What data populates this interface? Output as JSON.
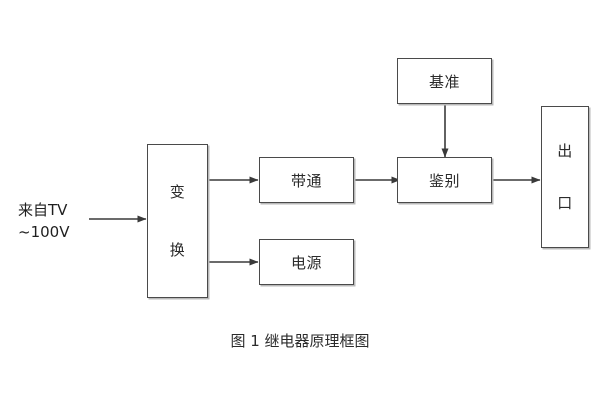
{
  "figure": {
    "caption": "图 1  继电器原理框图",
    "input_label": {
      "line1": "来自TV",
      "line2": "~100V"
    },
    "colors": {
      "box_border": "#4a4a4a",
      "box_shadow": "#b9b9b9",
      "wire": "#3a3a3a",
      "text": "#2b2b2b",
      "background": "#ffffff"
    },
    "blocks": [
      {
        "id": "transform",
        "label": "变换",
        "glyphs": [
          "变",
          "换"
        ],
        "orientation": "vertical"
      },
      {
        "id": "bandpass",
        "label": "带通",
        "glyphs": [
          "带通"
        ],
        "orientation": "horizontal"
      },
      {
        "id": "power",
        "label": "电源",
        "glyphs": [
          "电源"
        ],
        "orientation": "horizontal"
      },
      {
        "id": "reference",
        "label": "基准",
        "glyphs": [
          "基准"
        ],
        "orientation": "horizontal"
      },
      {
        "id": "discriminator",
        "label": "鉴别",
        "glyphs": [
          "鉴别"
        ],
        "orientation": "horizontal"
      },
      {
        "id": "output",
        "label": "出口",
        "glyphs": [
          "出",
          "口"
        ],
        "orientation": "vertical"
      }
    ],
    "connections": [
      {
        "id": "input-to-transform",
        "from": "来自TV ~100V",
        "to": "变换"
      },
      {
        "id": "transform-to-bandpass",
        "from": "变换",
        "to": "带通"
      },
      {
        "id": "transform-to-power",
        "from": "变换",
        "to": "电源"
      },
      {
        "id": "bandpass-to-discriminator",
        "from": "带通",
        "to": "鉴别"
      },
      {
        "id": "reference-to-discriminator",
        "from": "基准",
        "to": "鉴别"
      },
      {
        "id": "discriminator-to-output",
        "from": "鉴别",
        "to": "出口"
      }
    ]
  }
}
